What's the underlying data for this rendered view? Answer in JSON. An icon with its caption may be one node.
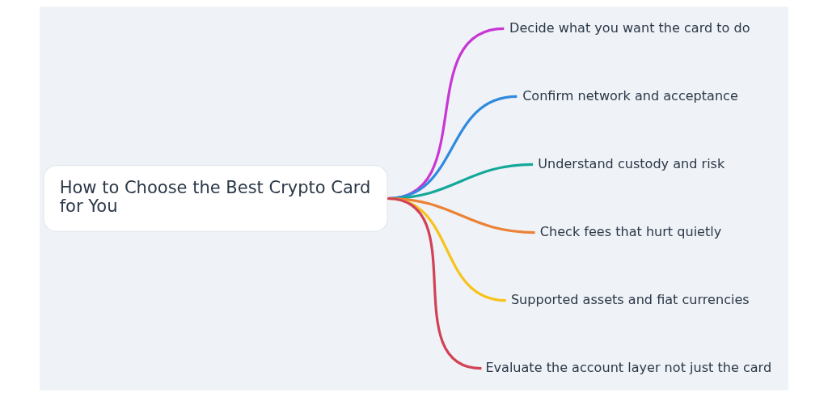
{
  "diagram": {
    "nodes": [
      {
        "text": [
          "How to Choose the Best Crypto Card for You"
        ]
      },
      {
        "text": [
          "Decide what you want the card to do"
        ]
      },
      {
        "text": [
          "Confirm network and acceptance"
        ]
      },
      {
        "text": [
          "Understand custody and risk"
        ]
      },
      {
        "text": [
          "Check fees that hurt quietly"
        ]
      },
      {
        "text": [
          "Supported assets and fiat currencies"
        ]
      },
      {
        "text": [
          "Evaluate the account layer not just the card"
        ]
      }
    ],
    "edges": [
      {
        "from": 0,
        "to": 1,
        "arrow": "none",
        "color": "#c837d4"
      },
      {
        "from": 0,
        "to": 2,
        "arrow": "none",
        "color": "#2f8ae0"
      },
      {
        "from": 0,
        "to": 3,
        "arrow": "none",
        "color": "#13a89a"
      },
      {
        "from": 0,
        "to": 4,
        "arrow": "none",
        "color": "#ec8236"
      },
      {
        "from": 0,
        "to": 5,
        "arrow": "none",
        "color": "#f7c31c"
      },
      {
        "from": 0,
        "to": 6,
        "arrow": "none",
        "color": "#d24257"
      }
    ]
  }
}
